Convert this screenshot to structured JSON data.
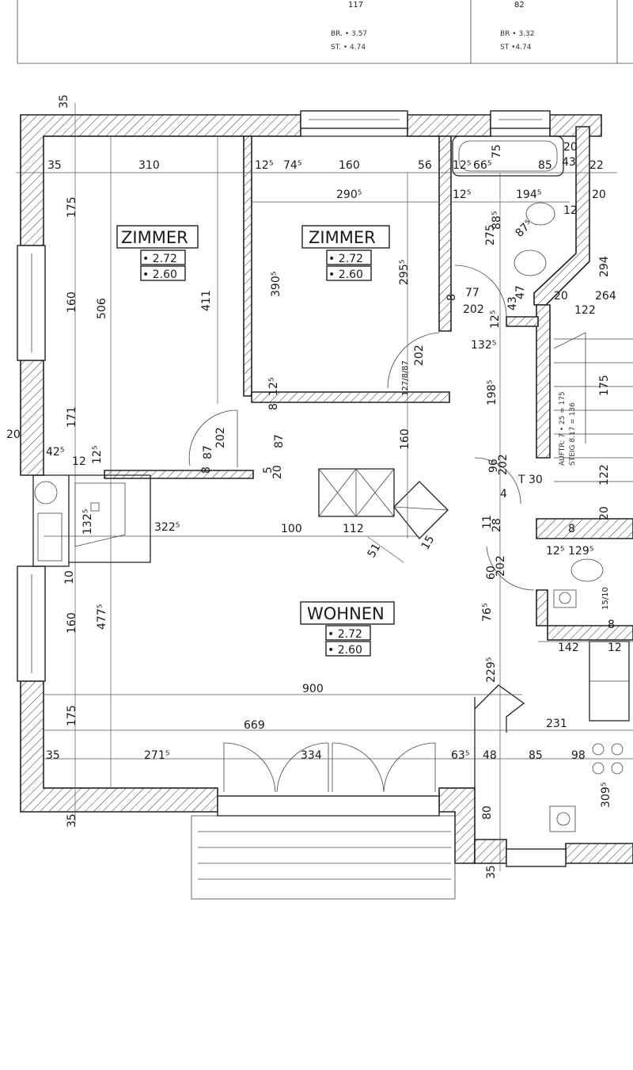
{
  "rooms": [
    {
      "name": "ZIMMER",
      "height_top": "• 2.72",
      "height_bottom": "• 2.60"
    },
    {
      "name": "ZIMMER",
      "height_top": "• 2.72",
      "height_bottom": "• 2.60"
    },
    {
      "name": "WOHNEN",
      "height_top": "• 2.72",
      "height_bottom": "• 2.60"
    }
  ],
  "header": {
    "top_left": "117",
    "top_right": "82",
    "br_a": "BR. • 3.57",
    "st_a": "ST. • 4.74",
    "br_b": "BR • 3.32",
    "st_b": "ST •4.74"
  },
  "stair_note": {
    "line1": "AUFTR: 7 • 25 = 175",
    "line2": "STEIG 8.17 = 136"
  },
  "dims": [
    "35",
    "35",
    "310",
    "12⁵",
    "74⁵",
    "160",
    "56",
    "12⁵",
    "66⁵",
    "85",
    "75",
    "20",
    "43",
    "22",
    "20",
    "175",
    "290⁵",
    "12⁵",
    "194⁵",
    "88⁵",
    "12",
    "275",
    "87⁵",
    "294",
    "390⁵",
    "295⁵",
    "506",
    "411",
    "160",
    "77",
    "8",
    "202",
    "47",
    "20",
    "264",
    "122",
    "12⁵",
    "132⁵",
    "43",
    "202",
    "127/8/87",
    "175",
    "198⁵",
    "12⁵",
    "8",
    "171",
    "87",
    "202",
    "87",
    "160",
    "20",
    "42⁵",
    "12",
    "12⁵",
    "8",
    "96",
    "202",
    "5",
    "20",
    "132⁵",
    "322⁵",
    "100",
    "112",
    "51",
    "15",
    "11",
    "28",
    "8",
    "20",
    "122",
    "12⁵",
    "129⁵",
    "10",
    "60",
    "202",
    "15/10",
    "160",
    "477⁵",
    "76⁵",
    "142",
    "8",
    "12",
    "229⁵",
    "900",
    "175",
    "669",
    "231",
    "35",
    "271⁵",
    "334",
    "63⁵",
    "48",
    "85",
    "98",
    "309⁵",
    "80",
    "35",
    "35",
    "T 30",
    "4"
  ]
}
